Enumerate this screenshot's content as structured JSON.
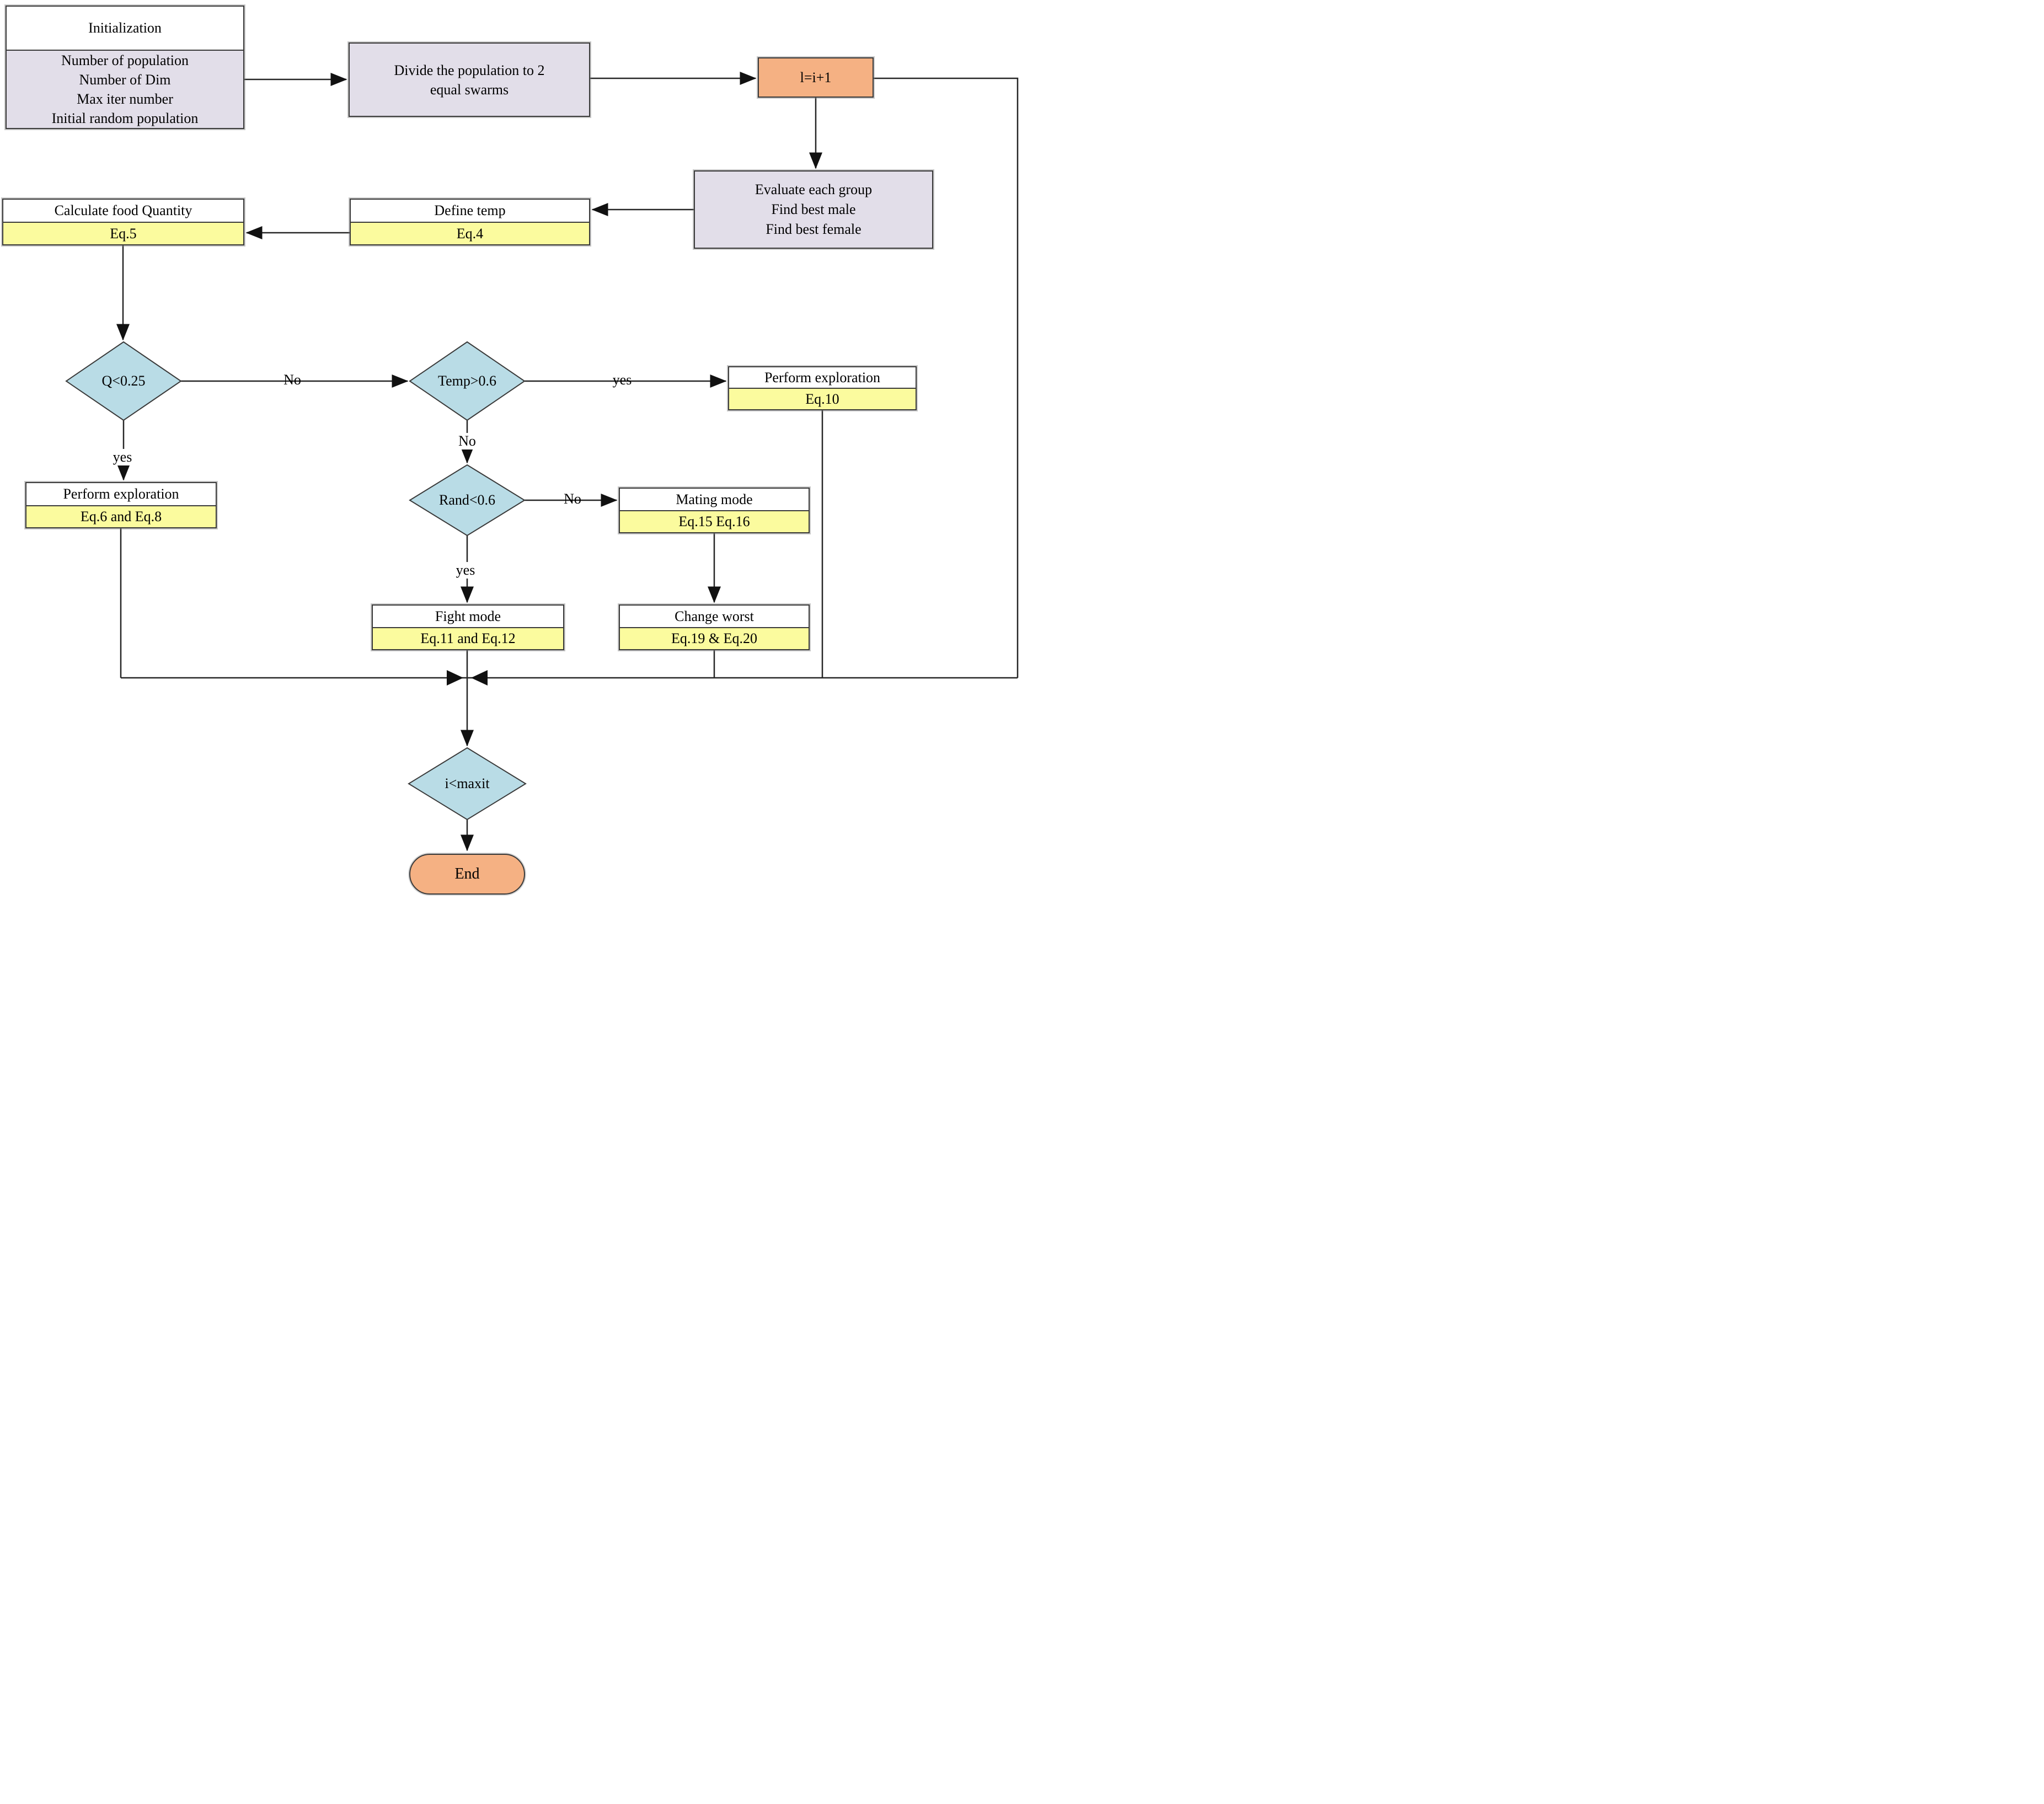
{
  "diagram": {
    "type": "flowchart",
    "description": "Optimization algorithm flowchart"
  },
  "colors": {
    "process_fill": "#e2dee9",
    "equation_fill": "#fbfb9e",
    "accent_fill": "#f5b183",
    "decision_fill": "#b9dce6",
    "header_fill": "#ffffff",
    "border": "#3a3a3a",
    "line": "#262626"
  },
  "nodes": {
    "initialization": {
      "title": "Initialization",
      "lines": [
        "Number of population",
        "Number of Dim",
        "Max iter number",
        "Initial random population"
      ]
    },
    "divide": {
      "lines": [
        "Divide the population to 2",
        "equal swarms"
      ]
    },
    "increment": {
      "label": "l=i+1"
    },
    "evaluate": {
      "lines": [
        "Evaluate each group",
        "Find best male",
        "Find best female"
      ]
    },
    "define_temp": {
      "title": "Define temp",
      "equation": "Eq.4"
    },
    "calculate_food": {
      "title": "Calculate food Quantity",
      "equation": "Eq.5"
    },
    "q_decision": {
      "label": "Q<0.25"
    },
    "temp_decision": {
      "label": "Temp>0.6"
    },
    "exploration_eq10": {
      "title": "Perform exploration",
      "equation": "Eq.10"
    },
    "exploration_eq6_8": {
      "title": "Perform exploration",
      "equation": "Eq.6 and Eq.8"
    },
    "rand_decision": {
      "label": "Rand<0.6"
    },
    "mating_mode": {
      "title": "Mating mode",
      "equation": "Eq.15 Eq.16"
    },
    "fight_mode": {
      "title": "Fight mode",
      "equation": "Eq.11 and Eq.12"
    },
    "change_worst": {
      "title": "Change worst",
      "equation": "Eq.19 & Eq.20"
    },
    "iteration_decision": {
      "label": "i<maxit"
    },
    "end": {
      "label": "End"
    }
  },
  "edge_labels": {
    "q_no": "No",
    "q_yes": "yes",
    "temp_yes": "yes",
    "temp_no": "No",
    "rand_no": "No",
    "rand_yes": "yes"
  }
}
